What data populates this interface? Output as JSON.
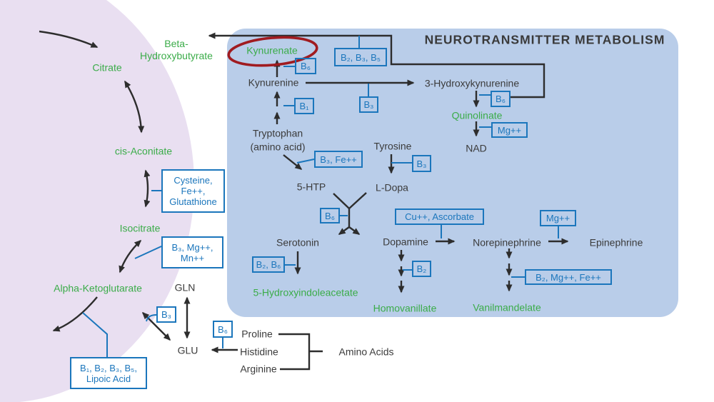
{
  "title": "NEUROTRANSMITTER METABOLISM",
  "colors": {
    "panel_blue": "#b9cde9",
    "cycle_purple": "#e9dff1",
    "cofactor_blue": "#1b76bc",
    "metabolite_green": "#3bac49",
    "text_dark": "#3b3b3b",
    "highlight_red": "#a01b20"
  },
  "krebs_cycle": {
    "citrate": "Citrate",
    "cis_aconitate": "cis-Aconitate",
    "isocitrate": "Isocitrate",
    "alpha_ketoglutarate": "Alpha-Ketoglutarate",
    "beta_hydroxybutyrate_line1": "Beta-",
    "beta_hydroxybutyrate_line2": "Hydroxybutyrate"
  },
  "tryptophan_pathway": {
    "tryptophan": "Tryptophan",
    "tryptophan_note": "(amino acid)",
    "kynurenine": "Kynurenine",
    "kynurenate": "Kynurenate",
    "hydroxykynurenine": "3-Hydroxykynurenine",
    "quinolinate": "Quinolinate",
    "nad": "NAD",
    "five_htp": "5-HTP",
    "serotonin": "Serotonin",
    "five_hydroxyindoleacetate": "5-Hydroxyindoleacetate"
  },
  "catecholamine_pathway": {
    "tyrosine": "Tyrosine",
    "l_dopa": "L-Dopa",
    "dopamine": "Dopamine",
    "norepinephrine": "Norepinephrine",
    "epinephrine": "Epinephrine",
    "homovanillate": "Homovanillate",
    "vanilmandelate": "Vanilmandelate"
  },
  "glutamate_group": {
    "gln": "GLN",
    "glu": "GLU",
    "proline": "Proline",
    "histidine": "Histidine",
    "arginine": "Arginine",
    "amino_acids": "Amino Acids"
  },
  "cofactor_boxes": {
    "b6_kynurenate": "B₆",
    "b1_tryptophan": "B₁",
    "b2_b3_b5": "B₂, B₃, B₅",
    "b3_kynurenine": "B₃",
    "b6_hydroxykynurenine": "B₆",
    "mg_quinolinate": "Mg++",
    "b3_fe_tryptophan": "B₃, Fe++",
    "b3_tyrosine": "B₃",
    "b6_decarboxylase": "B₆",
    "cu_ascorbate": "Cu++, Ascorbate",
    "mg_epinephrine": "Mg++",
    "b2_b6_serotonin": "B₂, B₆",
    "b2_dopamine": "B₂",
    "b2_mg_fe_norepinephrine": "B₂, Mg++, Fe++",
    "cysteine_fe_glutathione": "Cysteine,\nFe++,\nGlutathione",
    "b3_mg_mn": "B₃, Mg++,\nMn++",
    "b3_glutamine": "B₃",
    "b6_glutamate": "B₆",
    "b_complex_lipoic": "B₁, B₂, B₃, B₅,\nLipoic Acid"
  }
}
